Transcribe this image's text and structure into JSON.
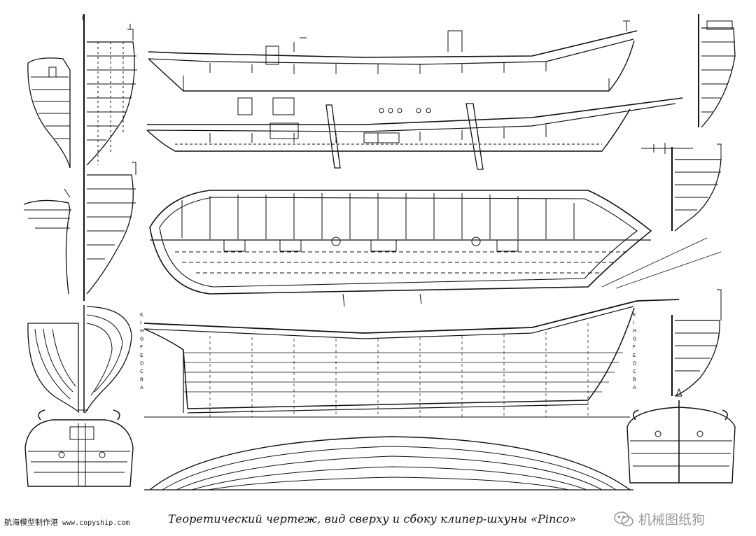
{
  "caption": "Теоретический чертеж, вид сверху и сбоку клипер-шхуны «Pinco»",
  "credit": {
    "site_name": "航海模型制作港",
    "url": "www.copyship.com"
  },
  "watermark": {
    "text": "机械图纸狗",
    "icon": "wechat-icon"
  },
  "station_letters": [
    "K",
    "I",
    "H",
    "G",
    "F",
    "E",
    "D",
    "C",
    "B",
    "A"
  ],
  "colors": {
    "ink": "#111111",
    "paper": "#ffffff",
    "watermark": "#9a9a9a"
  }
}
